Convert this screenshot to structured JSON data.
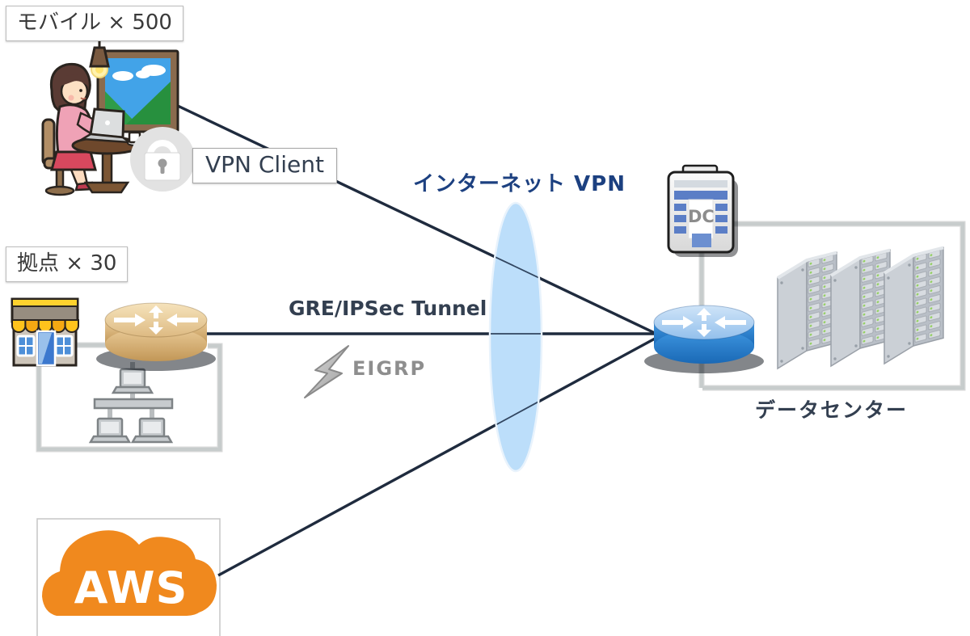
{
  "diagram_type": "network-architecture",
  "labels": {
    "mobile": "モバイル × 500",
    "branch": "拠点 × 30",
    "vpn_client": "VPN Client",
    "internet_vpn": "インターネット VPN",
    "gre_tunnel": "GRE/IPSec Tunnel",
    "eigrp": "EIGRP",
    "datacenter": "データセンター",
    "aws": "AWS",
    "dc": "DC"
  },
  "nodes": [
    {
      "id": "mobile-user",
      "label": "モバイル × 500",
      "badge": "VPN Client",
      "icon": "person-working-on-laptop"
    },
    {
      "id": "branch-site",
      "label": "拠点 × 30",
      "icon": "store-router-lan"
    },
    {
      "id": "internet-vpn",
      "label": "インターネット VPN",
      "icon": "blue-vertical-ellipse"
    },
    {
      "id": "aws-cloud",
      "label": "AWS",
      "icon": "orange-cloud"
    },
    {
      "id": "dc-edge-router",
      "label": "DC",
      "icon": "server-and-blue-router"
    },
    {
      "id": "datacenter",
      "label": "データセンター",
      "icon": "three-server-racks"
    }
  ],
  "edges": [
    {
      "from": "mobile-user",
      "to": "dc-edge-router",
      "via": "internet-vpn"
    },
    {
      "from": "branch-site",
      "to": "dc-edge-router",
      "via": "internet-vpn",
      "label": "GRE/IPSec Tunnel",
      "protocol": "EIGRP"
    },
    {
      "from": "aws-cloud",
      "to": "dc-edge-router",
      "via": "internet-vpn"
    }
  ],
  "colors": {
    "line_dark": "#1F2B3E",
    "line_gray": "#C6CBCB",
    "vpn_ellipse": "#BCDEFA",
    "title_blue": "#1C4080",
    "label_text": "#333F50",
    "aws_orange": "#F0891E",
    "router_blue": "#2F89D8",
    "router_tan": "#DCB983",
    "dc_stripe_blue": "#5B7EC6",
    "led_green": "#93D060"
  }
}
